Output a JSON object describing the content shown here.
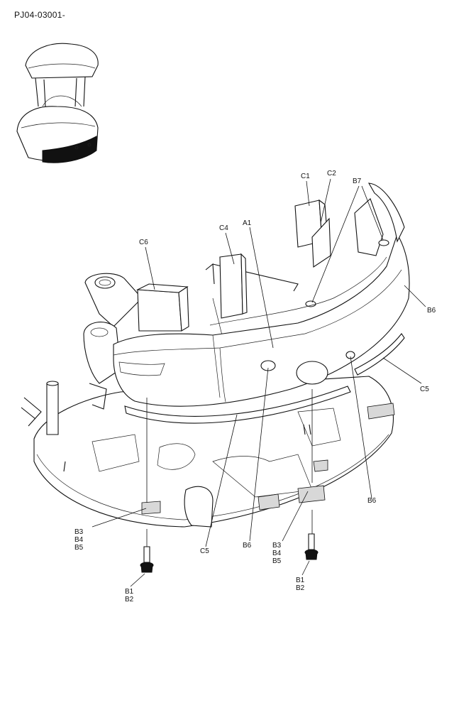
{
  "page_code": "PJ04-03001-",
  "callouts": {
    "c1": "C1",
    "c2": "C2",
    "b7": "B7",
    "a1": "A1",
    "c4": "C4",
    "c6": "C6",
    "b6_right": "B6",
    "c5_right": "C5",
    "b6_lower_right": "B6",
    "b3b4b5_left": "B3\nB4\nB5",
    "c5_bottom": "C5",
    "b6_bottom": "B6",
    "b3b4b5_right": "B3\nB4\nB5",
    "b1b2_left": "B1\nB2",
    "b1b2_right": "B1\nB2"
  }
}
